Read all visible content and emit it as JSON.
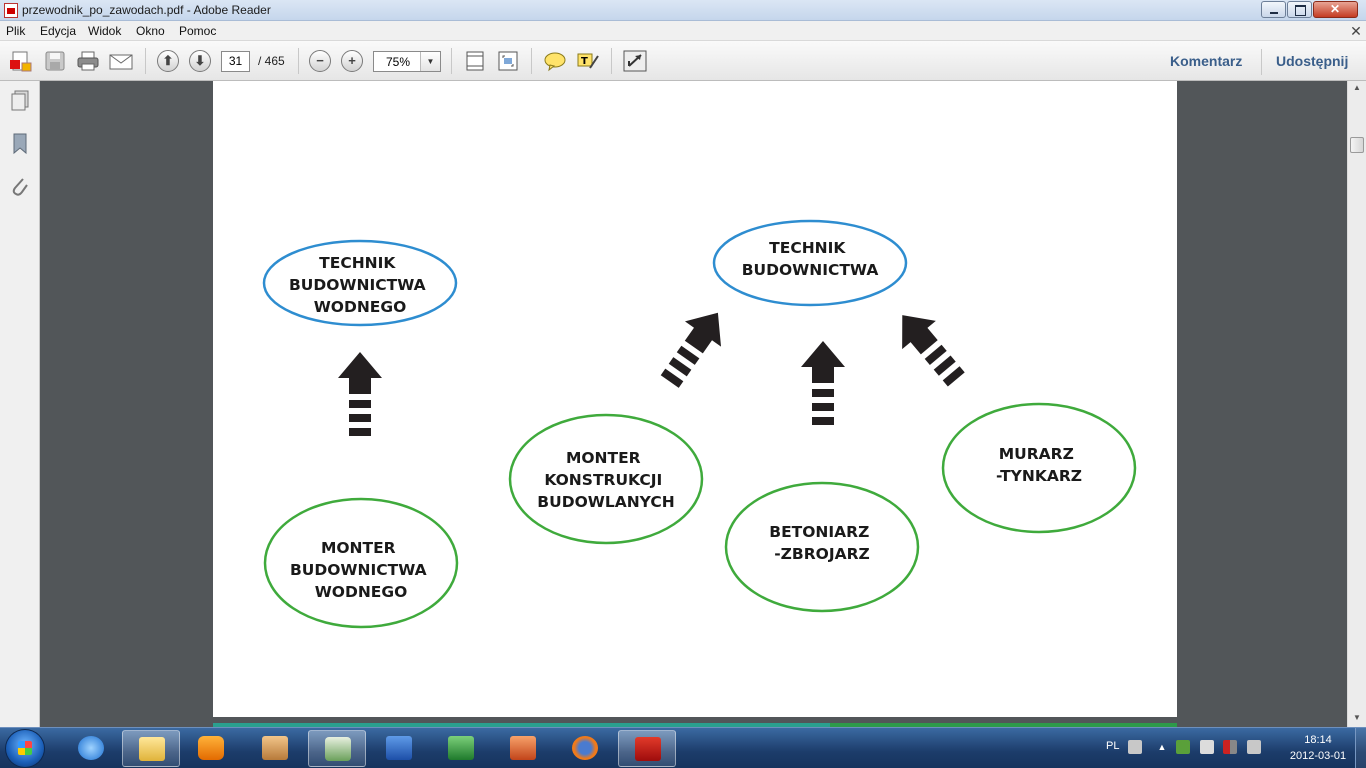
{
  "window": {
    "title": "przewodnik_po_zawodach.pdf - Adobe Reader"
  },
  "menu": {
    "items": [
      "Plik",
      "Edycja",
      "Widok",
      "Okno",
      "Pomoc"
    ]
  },
  "toolbar": {
    "page_current": "31",
    "page_total": "/ 465",
    "zoom": "75%",
    "comment_label": "Komentarz",
    "share_label": "Udostępnij"
  },
  "diagram": {
    "nodes": {
      "technik_budownictwa_wodnego": [
        "TECHNIK",
        "BUDOWNICTWA",
        "WODNEGO"
      ],
      "technik_budownictwa": [
        "TECHNIK",
        "BUDOWNICTWA"
      ],
      "monter_budownictwa_wodnego": [
        "MONTER",
        "BUDOWNICTWA",
        "WODNEGO"
      ],
      "monter_konstrukcji": [
        "MONTER",
        "KONSTRUKCJI",
        "BUDOWLANYCH"
      ],
      "betoniarz": [
        "BETONIARZ",
        "-ZBROJARZ"
      ],
      "murarz": [
        "MURARZ",
        "-TYNKARZ"
      ]
    },
    "colors": {
      "target_outline": "#2e8dd0",
      "source_outline": "#3faa3c",
      "arrow": "#231f20"
    }
  },
  "taskbar": {
    "language": "PL",
    "time": "18:14",
    "date": "2012-03-01",
    "apps": [
      "internet-explorer",
      "windows-explorer",
      "media-player",
      "printer-app",
      "hp-app",
      "word",
      "excel",
      "powerpoint",
      "firefox",
      "adobe-reader"
    ]
  }
}
